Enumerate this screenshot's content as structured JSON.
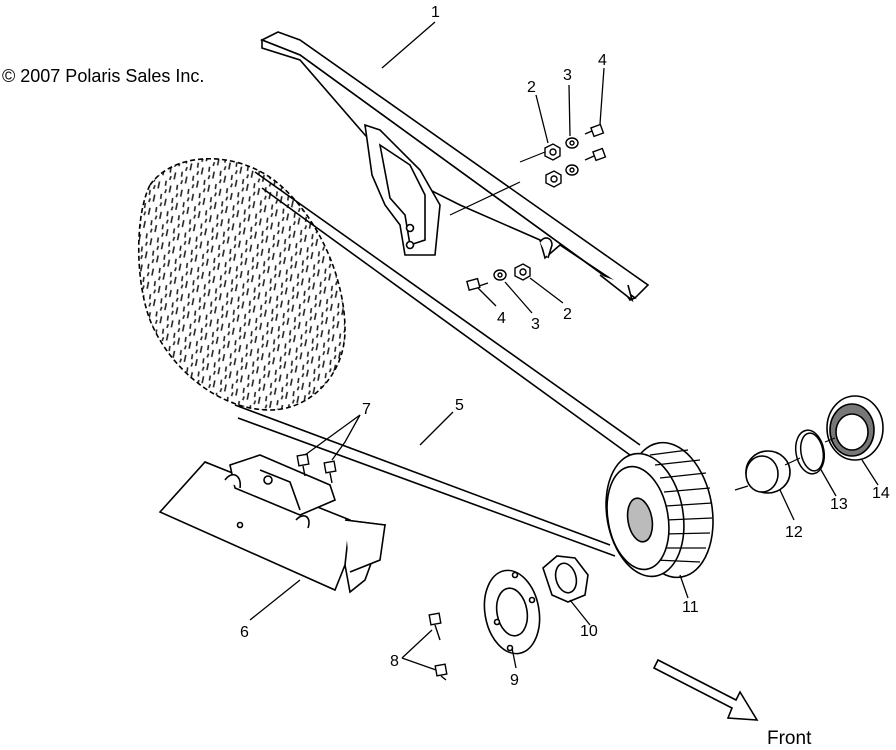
{
  "copyright": "© 2007 Polaris Sales Inc.",
  "direction_label": "Front",
  "callouts": [
    {
      "id": "callout-1",
      "label": "1"
    },
    {
      "id": "callout-2-top",
      "label": "2"
    },
    {
      "id": "callout-3-top",
      "label": "3"
    },
    {
      "id": "callout-4-top",
      "label": "4"
    },
    {
      "id": "callout-4-bottom",
      "label": "4"
    },
    {
      "id": "callout-3-bottom",
      "label": "3"
    },
    {
      "id": "callout-2-bottom",
      "label": "2"
    },
    {
      "id": "callout-5",
      "label": "5"
    },
    {
      "id": "callout-7",
      "label": "7"
    },
    {
      "id": "callout-6",
      "label": "6"
    },
    {
      "id": "callout-8",
      "label": "8"
    },
    {
      "id": "callout-9",
      "label": "9"
    },
    {
      "id": "callout-10",
      "label": "10"
    },
    {
      "id": "callout-11",
      "label": "11"
    },
    {
      "id": "callout-12",
      "label": "12"
    },
    {
      "id": "callout-13",
      "label": "13"
    },
    {
      "id": "callout-14",
      "label": "14"
    }
  ]
}
